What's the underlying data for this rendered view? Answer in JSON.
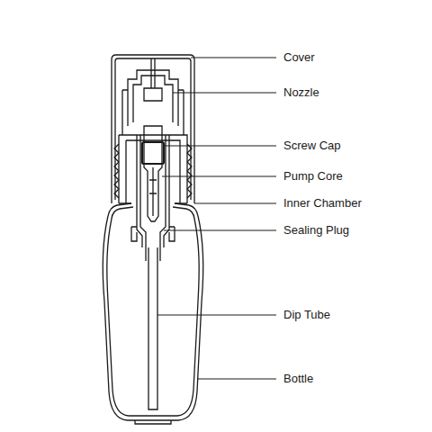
{
  "diagram": {
    "labels": [
      "Cover",
      "Nozzle",
      "Screw Cap",
      "Pump Core",
      "Inner Chamber",
      "Sealing Plug",
      "Dip Tube",
      "Bottle"
    ]
  }
}
